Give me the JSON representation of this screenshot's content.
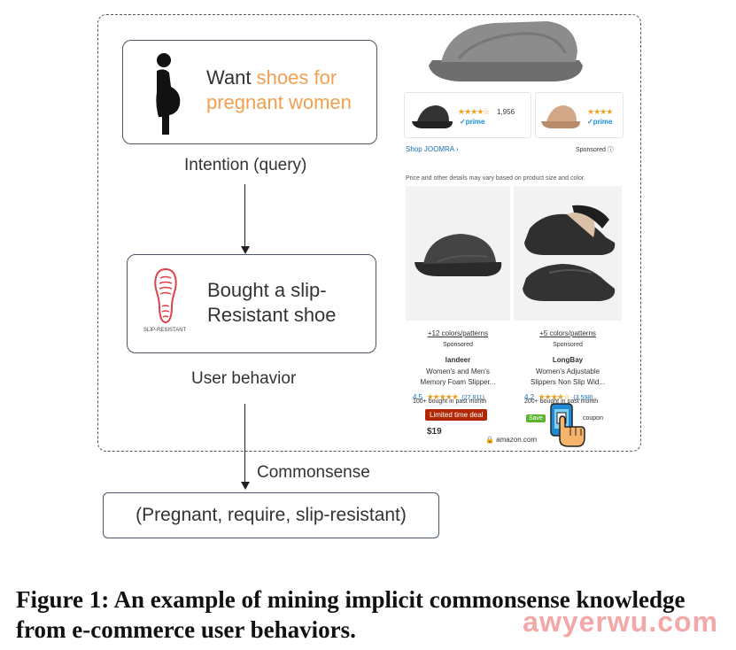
{
  "intention_box": {
    "text_plain": "Want ",
    "text_accent_line1": "shoes for",
    "text_accent_line2": "pregnant women"
  },
  "intention_label": "Intention (query)",
  "behavior_box": {
    "line1": "Bought a slip-",
    "line2": "Resistant shoe",
    "icon_label": "SLIP-RESISTANT"
  },
  "behavior_label": "User behavior",
  "commonsense_label": "Commonsense",
  "triple": "(Pregnant, require, slip-resistant)",
  "figure_caption": "Figure 1: An example of mining implicit commonsense knowledge from e-commerce user behaviors.",
  "watermark": "awyerwu.com",
  "shop_panel": {
    "top_items": [
      {
        "rating_count": "1,956",
        "prime": "✓prime"
      },
      {
        "rating_count": "",
        "prime": "✓prime"
      }
    ],
    "shop_link": "Shop JOOMRA ›",
    "sponsored_top": "Sponsored ⓘ",
    "price_note": "Price and other details may vary based on product size and color.",
    "products": [
      {
        "colors": "+12 colors/patterns",
        "sponsored": "Sponsored",
        "brand": "landeer",
        "title_line1": "Women's and Men's",
        "title_line2": "Memory Foam Slipper...",
        "rating": "4.5",
        "stars": "★★★★★",
        "reviews": "(27,811)",
        "bought": "100+ bought in past month",
        "badge": "Limited time deal",
        "price": "$19"
      },
      {
        "colors": "+5 colors/patterns",
        "sponsored": "Sponsored",
        "brand": "LongBay",
        "title_line1": "Women's Adjustable",
        "title_line2": "Slippers Non Slip Wid...",
        "rating": "4.2",
        "stars": "★★★★☆",
        "reviews": "(3,598)",
        "bought": "200+ bought in past month",
        "badge": "Save",
        "coupon": "coupon"
      }
    ],
    "url": "🔒 amazon.com"
  }
}
